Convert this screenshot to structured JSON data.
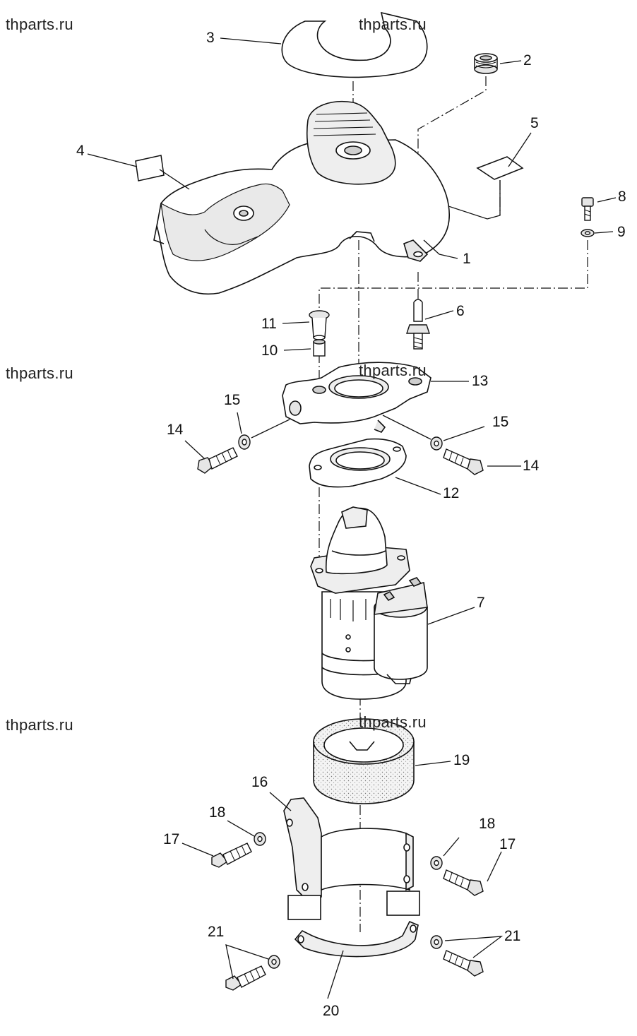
{
  "watermarks": [
    "thparts.ru",
    "thparts.ru",
    "thparts.ru",
    "thparts.ru",
    "thparts.ru",
    "thparts.ru"
  ],
  "callouts": {
    "c1": "1",
    "c2": "2",
    "c3": "3",
    "c4": "4",
    "c5": "5",
    "c6": "6",
    "c7": "7",
    "c8": "8",
    "c9": "9",
    "c10": "10",
    "c11": "11",
    "c12": "12",
    "c13": "13",
    "c14a": "14",
    "c14b": "14",
    "c15a": "15",
    "c15b": "15",
    "c16": "16",
    "c17a": "17",
    "c17b": "17",
    "c18a": "18",
    "c18b": "18",
    "c19": "19",
    "c20": "20",
    "c21a": "21",
    "c21b": "21"
  },
  "colors": {
    "line": "#111111",
    "shade": "#e6e6e6",
    "mid": "#cfcfcf",
    "background": "#ffffff"
  }
}
